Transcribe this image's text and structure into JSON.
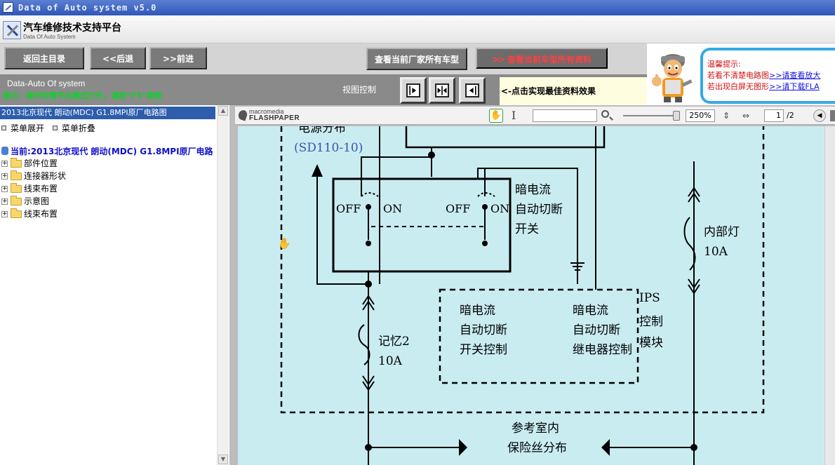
{
  "window": {
    "title": "Data of Auto system v5.0"
  },
  "header": {
    "title": "汽车维修技术支持平台",
    "subtitle": "Data Of Auto System"
  },
  "toolbar": {
    "home_label": "返回主目录",
    "back_label": "<<后退",
    "forward_label": ">>前进",
    "models_label": "查看当前厂家所有车型",
    "all_docs_label": "查看当前车型所有资料",
    "all_docs_icon": "double-chevron-icon",
    "all_docs_color": "#ff4040"
  },
  "tip": {
    "heading": "温馨提示:",
    "line1_prefix": "若看不清楚电路图",
    "line1_link": ">>请查看放大",
    "line2_prefix": "若出现白屏无图形",
    "line2_link": ">>请下载FLA",
    "border_color": "#35a8e6"
  },
  "infobar": {
    "system_label": "Data-Auto Of system",
    "hint": "提示：操作时需平台模式打开，请按“F5”刷新",
    "view_control_label": "视图控制",
    "best_effect_label": "<-点击实现最佳资料效果",
    "hint_color": "#12d02c"
  },
  "sidebar": {
    "doc_title": "2013北京现代 朗动(MDC) G1.8MPI原厂电路图",
    "expand_label": "菜单展开",
    "collapse_label": "菜单折叠",
    "current_label": "当前:2013北京现代 朗动(MDC) G1.8MPI原厂电路",
    "tree": [
      "部件位置",
      "连接器形状",
      "线束布置",
      "示意图",
      "线束布置"
    ]
  },
  "viewer": {
    "brand_top": "macromedia",
    "brand_bottom": "FLASHPAPER",
    "zoom": "250%",
    "page": "1",
    "page_total": "/2",
    "diagram": {
      "label_power_dist": "电源分布",
      "label_sd110": "(SD110-10)",
      "off1": "OFF",
      "on1": "ON",
      "off2": "OFF",
      "on2": "ON",
      "dark_current_l1": "暗电流",
      "dark_current_l2": "自动切断",
      "dark_current_l3": "开关",
      "interior_lamp": "内部灯",
      "interior_amp": "10A",
      "ips": "IPS",
      "ctrl_l1": "控制",
      "ctrl_l2": "模块",
      "left_box_l1": "暗电流",
      "left_box_l2": "自动切断",
      "left_box_l3": "开关控制",
      "right_box_l1": "暗电流",
      "right_box_l2": "自动切断",
      "right_box_l3": "继电器控制",
      "memory": "记忆2",
      "memory_amp": "10A",
      "ref_l1": "参考室内",
      "ref_l2": "保险丝分布"
    }
  }
}
